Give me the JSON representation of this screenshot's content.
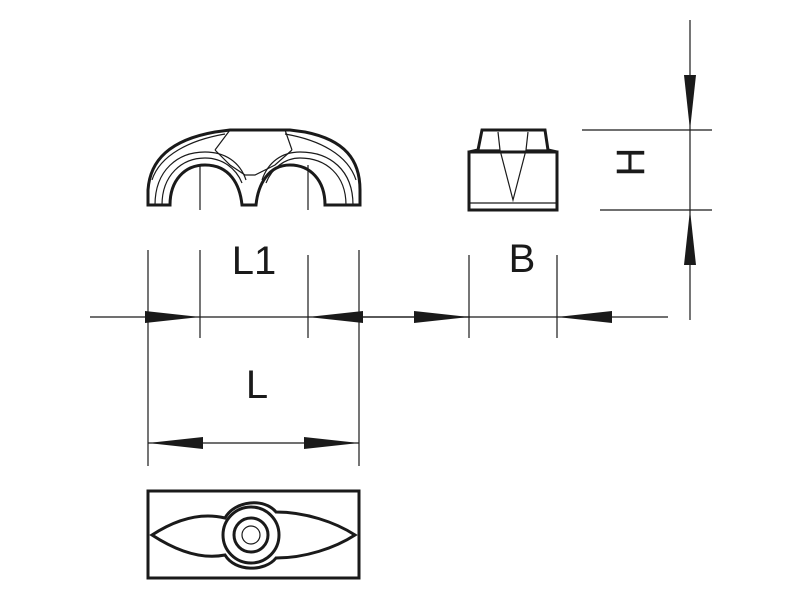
{
  "labels": {
    "l1": "L1",
    "b": "B",
    "l": "L",
    "h": "H"
  },
  "colors": {
    "line": "#1a1a1a",
    "background": "#ffffff"
  }
}
